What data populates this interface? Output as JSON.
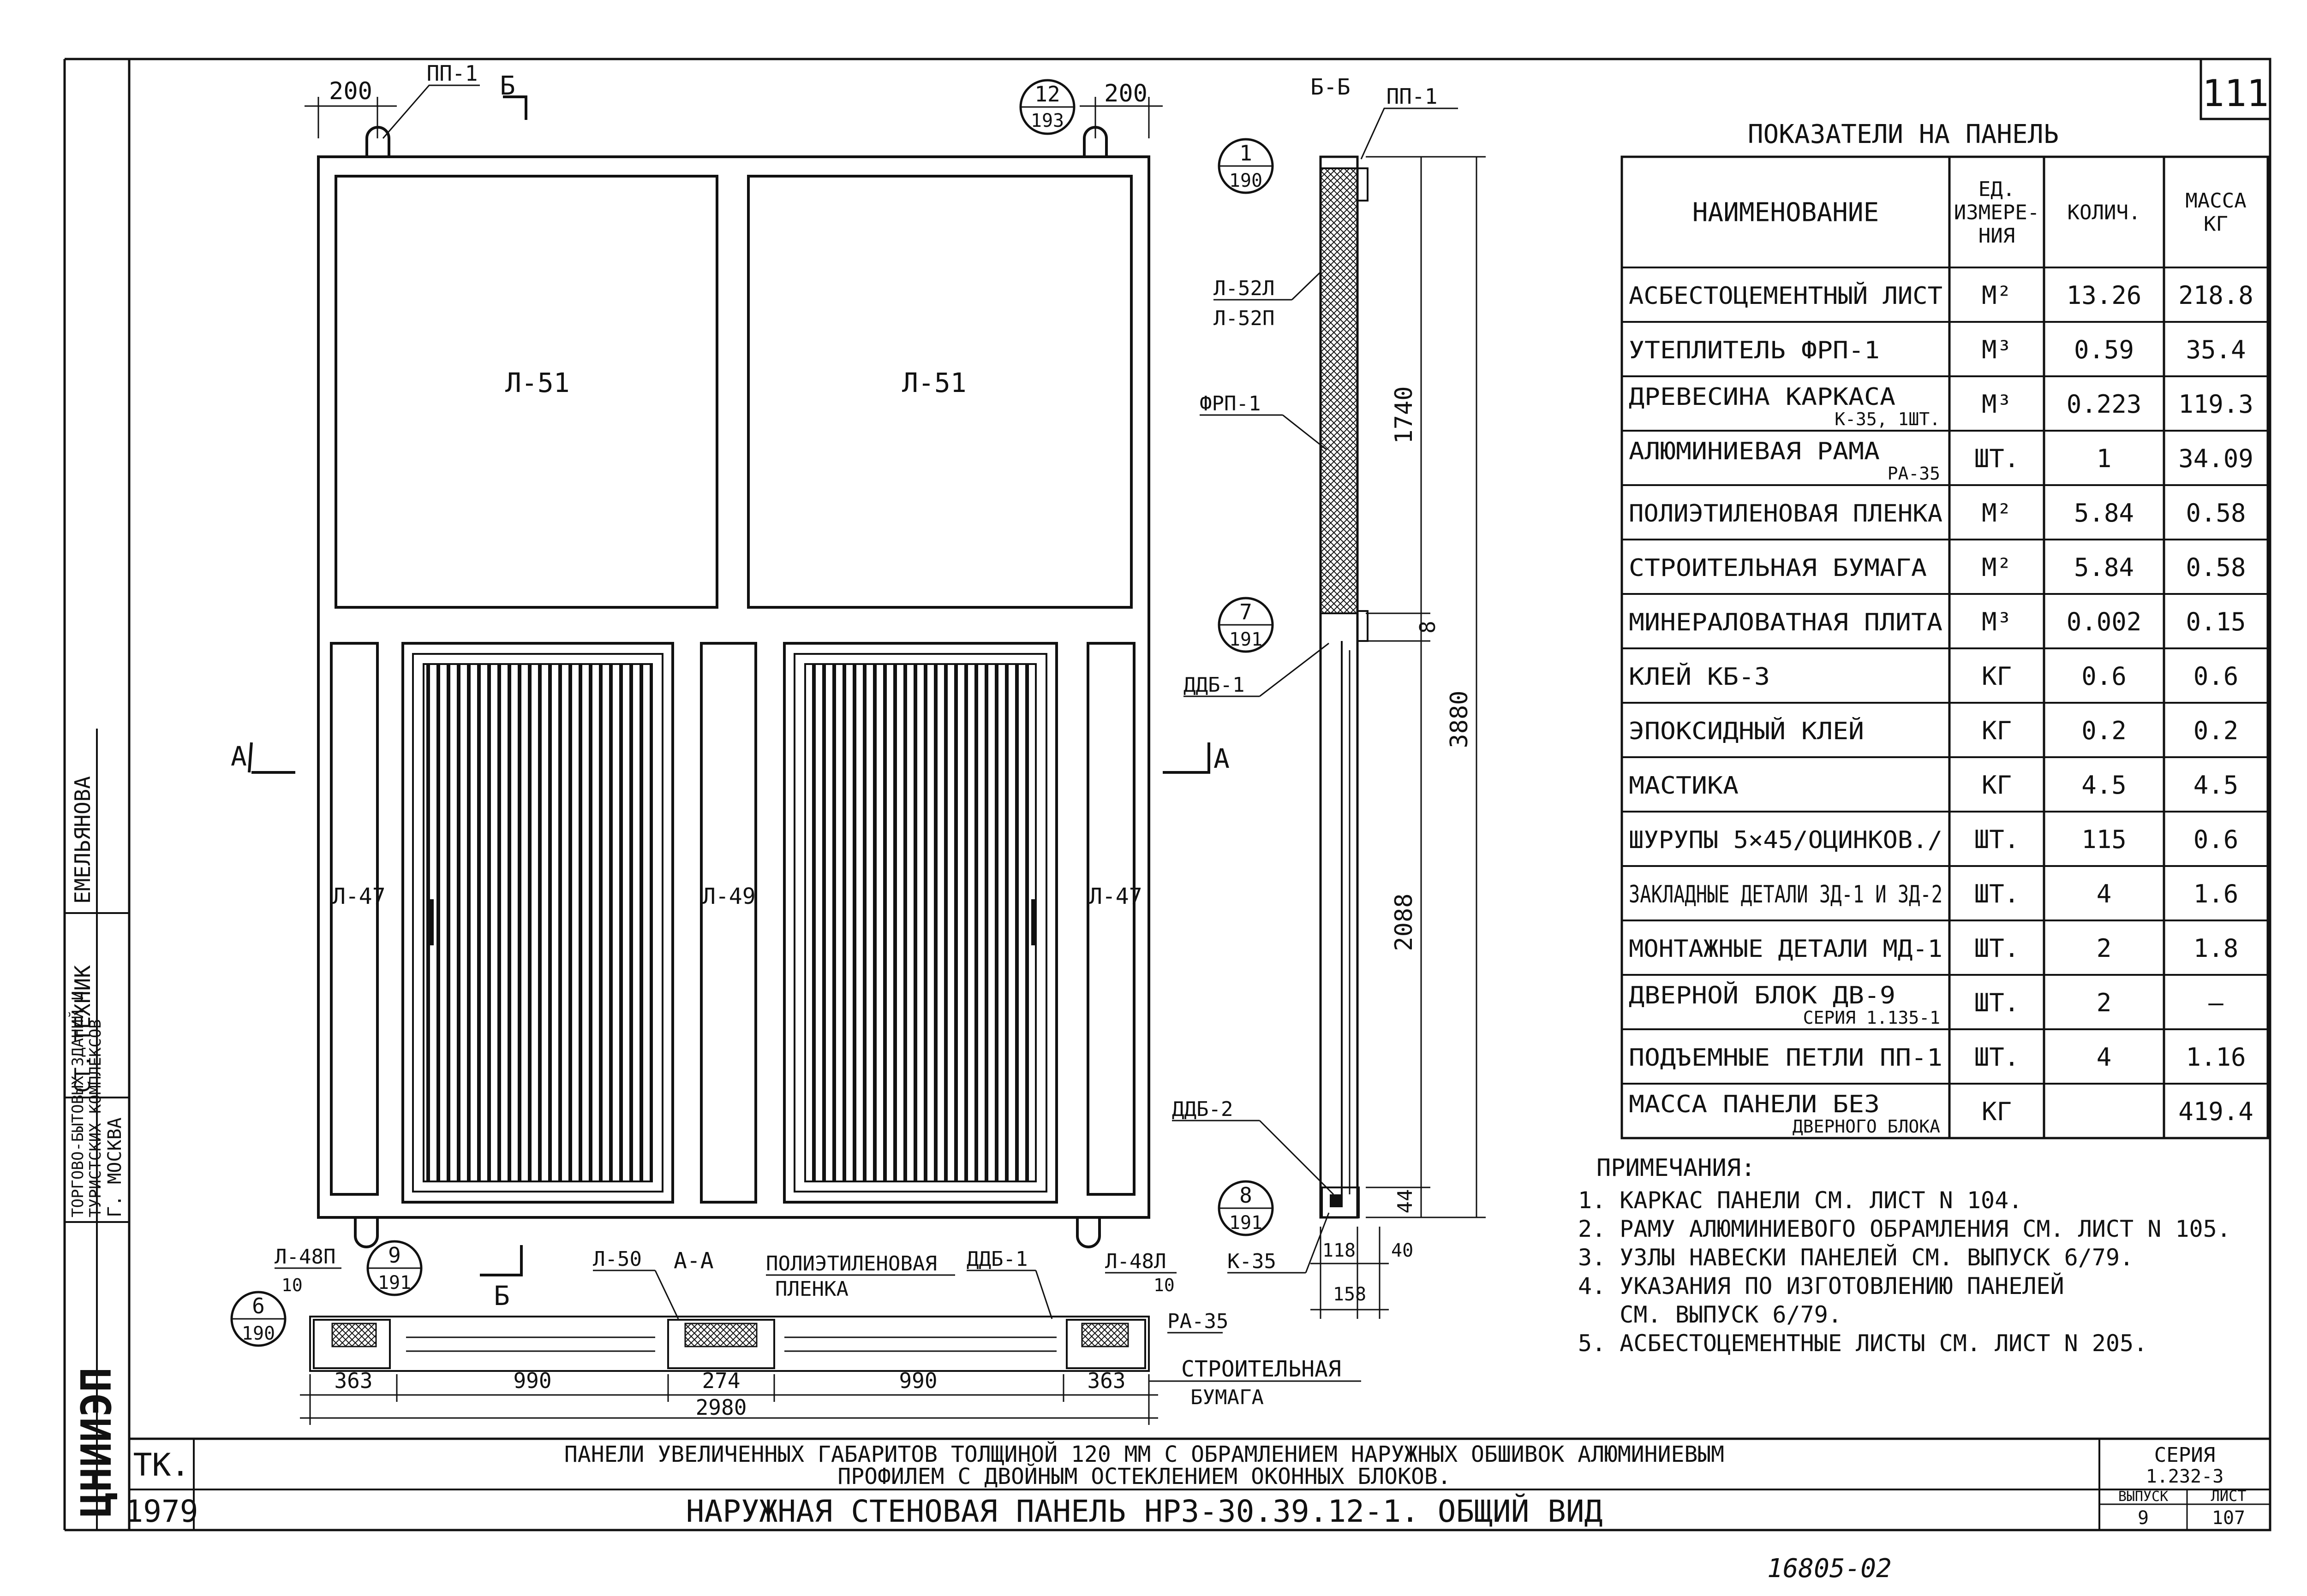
{
  "sheet_number": "111",
  "stamp_number": "16805-02",
  "elevation": {
    "labels": {
      "pp1_top": "ПП-1",
      "section_bb_mark": "Б",
      "dim_200_left": "200",
      "dim_200_right": "200",
      "callout_12": {
        "num": "12",
        "sheet": "193"
      },
      "panel_l51_left": "Л-51",
      "panel_l51_right": "Л-51",
      "panel_l47_left": "Л-47",
      "panel_l49": "Л-49",
      "panel_l47_right": "Л-47",
      "section_a_left": "А",
      "section_a_right": "А",
      "section_b_bottom": "Б"
    }
  },
  "section_bb": {
    "title": "Б-Б",
    "pp1": "ПП-1",
    "callout_1": {
      "num": "1",
      "sheet": "190"
    },
    "l52": "Л-52Л",
    "l52p": "Л-52П",
    "frp": "ФРП-1",
    "callout_7": {
      "num": "7",
      "sheet": "191"
    },
    "ddb1": "ДДБ-1",
    "ddb2": "ДДБ-2",
    "callout_8": {
      "num": "8",
      "sheet": "191"
    },
    "k35": "К-35",
    "dim_1740": "1740",
    "dim_8": "8",
    "dim_3880": "3880",
    "dim_2088": "2088",
    "dim_44": "44",
    "dim_118": "118",
    "dim_40": "40",
    "dim_158": "158"
  },
  "section_aa": {
    "title": "А-А",
    "l48p": "Л-48П",
    "dim_10_left": "10",
    "callout_9": {
      "num": "9",
      "sheet": "191"
    },
    "l50": "Л-50",
    "film_1": "ПОЛИЭТИЛЕНОВАЯ",
    "film_2": "ПЛЕНКА",
    "ddb1": "ДДБ-1",
    "l48l": "Л-48Л",
    "dim_10_right": "10",
    "ra35": "РА-35",
    "paper_1": "СТРОИТЕЛЬНАЯ",
    "paper_2": "БУМАГА",
    "callout_6": {
      "num": "6",
      "sheet": "190"
    },
    "dims": [
      "363",
      "990",
      "274",
      "990",
      "363"
    ],
    "dim_total": "2980"
  },
  "table": {
    "title": "ПОКАЗАТЕЛИ НА ПАНЕЛЬ",
    "headers": [
      [
        "НАИМЕНОВАНИЕ"
      ],
      [
        "ЕД.",
        "ИЗМЕРЕ-",
        "НИЯ"
      ],
      [
        "КОЛИЧ."
      ],
      [
        "МАССА",
        "КГ"
      ]
    ],
    "rows": [
      {
        "name": "АСБЕСТОЦЕМЕНТНЫЙ ЛИСТ",
        "sub": "",
        "unit": "М²",
        "qty": "13.26",
        "mass": "218.8"
      },
      {
        "name": "УТЕПЛИТЕЛЬ ФРП-1",
        "sub": "",
        "unit": "М³",
        "qty": "0.59",
        "mass": "35.4"
      },
      {
        "name": "ДРЕВЕСИНА КАРКАСА",
        "sub": "К-35, 1ШТ.",
        "unit": "М³",
        "qty": "0.223",
        "mass": "119.3"
      },
      {
        "name": "АЛЮМИНИЕВАЯ РАМА",
        "sub": "РА-35",
        "unit": "ШТ.",
        "qty": "1",
        "mass": "34.09"
      },
      {
        "name": "ПОЛИЭТИЛЕНОВАЯ ПЛЕНКА",
        "sub": "",
        "unit": "М²",
        "qty": "5.84",
        "mass": "0.58"
      },
      {
        "name": "СТРОИТЕЛЬНАЯ БУМАГА",
        "sub": "",
        "unit": "М²",
        "qty": "5.84",
        "mass": "0.58"
      },
      {
        "name": "МИНЕРАЛОВАТНАЯ ПЛИТА",
        "sub": "",
        "unit": "М³",
        "qty": "0.002",
        "mass": "0.15"
      },
      {
        "name": "КЛЕЙ КБ-3",
        "sub": "",
        "unit": "КГ",
        "qty": "0.6",
        "mass": "0.6"
      },
      {
        "name": "ЭПОКСИДНЫЙ КЛЕЙ",
        "sub": "",
        "unit": "КГ",
        "qty": "0.2",
        "mass": "0.2"
      },
      {
        "name": "МАСТИКА",
        "sub": "",
        "unit": "КГ",
        "qty": "4.5",
        "mass": "4.5"
      },
      {
        "name": "ШУРУПЫ 5×45/ОЦИНКОВ./",
        "sub": "",
        "unit": "ШТ.",
        "qty": "115",
        "mass": "0.6"
      },
      {
        "name": "ЗАКЛАДНЫЕ ДЕТАЛИ ЗД-1 И ЗД-2",
        "sub": "",
        "unit": "ШТ.",
        "qty": "4",
        "mass": "1.6"
      },
      {
        "name": "МОНТАЖНЫЕ ДЕТАЛИ МД-1",
        "sub": "",
        "unit": "ШТ.",
        "qty": "2",
        "mass": "1.8"
      },
      {
        "name": "ДВЕРНОЙ БЛОК ДВ-9",
        "sub": "СЕРИЯ 1.135-1",
        "unit": "ШТ.",
        "qty": "2",
        "mass": "—"
      },
      {
        "name": "ПОДЪЕМНЫЕ ПЕТЛИ ПП-1",
        "sub": "",
        "unit": "ШТ.",
        "qty": "4",
        "mass": "1.16"
      },
      {
        "name": "МАССА ПАНЕЛИ БЕЗ",
        "sub": "ДВЕРНОГО БЛОКА",
        "unit": "КГ",
        "qty": "",
        "mass": "419.4"
      }
    ]
  },
  "notes": {
    "title": "ПРИМЕЧАНИЯ:",
    "items": [
      "1. КАРКАС ПАНЕЛИ СМ. ЛИСТ N 104.",
      "2. РАМУ АЛЮМИНИЕВОГО ОБРАМЛЕНИЯ СМ. ЛИСТ N 105.",
      "3. УЗЛЫ НАВЕСКИ ПАНЕЛЕЙ СМ. ВЫПУСК 6/79.",
      "4. УКАЗАНИЯ ПО ИЗГОТОВЛЕНИЮ ПАНЕЛЕЙ",
      "   СМ. ВЫПУСК 6/79.",
      "5. АСБЕСТОЦЕМЕНТНЫЕ ЛИСТЫ СМ. ЛИСТ N 205."
    ]
  },
  "title_block": {
    "org": "ТК.",
    "year": "1979",
    "desc_line1": "ПАНЕЛИ УВЕЛИЧЕННЫХ ГАБАРИТОВ ТОЛЩИНОЙ 120 ММ С ОБРАМЛЕНИЕМ НАРУЖНЫХ ОБШИВОК АЛЮМИНИЕВЫМ",
    "desc_line2": "ПРОФИЛЕМ С ДВОЙНЫМ ОСТЕКЛЕНИЕМ ОКОННЫХ БЛОКОВ.",
    "drawing_title": "НАРУЖНАЯ СТЕНОВАЯ ПАНЕЛЬ НРЗ-30.39.12-1. ОБЩИЙ ВИД",
    "series_label": "СЕРИЯ",
    "series_value": "1.232-3",
    "issue_label": "ВЫПУСК",
    "issue_value": "9",
    "sheet_label": "ЛИСТ",
    "sheet_value": "107"
  },
  "left_strip": {
    "logo": "ЦНИИЭП",
    "org_1": "ТОРГОВО-БЫТОВЫХ ЗДАНИЙ И",
    "org_2": "ТУРИСТСКИХ КОМПЛЕКСОВ",
    "city": "Г. МОСКВА",
    "role": "СТ. ТЕХНИК",
    "name": "ЕМЕЛЬЯНОВА"
  }
}
